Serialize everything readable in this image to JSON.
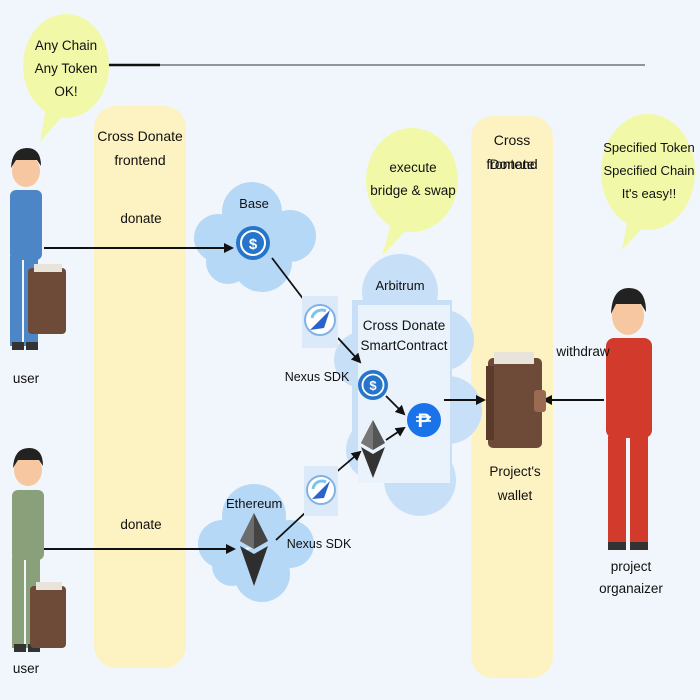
{
  "bubbles": {
    "user": [
      "Any Chain",
      "Any Token",
      "OK!"
    ],
    "execute": [
      "execute",
      "bridge & swap"
    ],
    "organizer": [
      "Specified Token",
      "Specified Chain",
      "It's easy!!"
    ]
  },
  "columns": {
    "left_title": [
      "Cross Donate",
      "frontend"
    ],
    "right_title": [
      "Cross Donate",
      "frontend"
    ]
  },
  "actions": {
    "donate_top": "donate",
    "donate_bottom": "donate",
    "withdraw": "withdraw"
  },
  "clouds": {
    "base": "Base",
    "ethereum": "Ethereum",
    "arbitrum": "Arbitrum"
  },
  "sdk": {
    "top_label": "Nexus SDK",
    "bottom_label": "Nexus SDK"
  },
  "contract": [
    "Cross Donate",
    "SmartContract"
  ],
  "wallet_label": [
    "Project's",
    "wallet"
  ],
  "people": {
    "user_top": "user",
    "user_bottom": "user",
    "organizer": [
      "project",
      "organaizer"
    ]
  },
  "colors": {
    "background": "#f0f6fb",
    "column": "#fdf2c2",
    "bubble": "#f1f9a8",
    "cloud": "#b6d8f7",
    "usdc": "#2775ca",
    "pyusd": "#1a73e8",
    "shirt_top": "#4d86c6",
    "shirt_bottom": "#8aa07a",
    "organizer_suit": "#d23a2c",
    "wallet": "#6e4a38"
  }
}
